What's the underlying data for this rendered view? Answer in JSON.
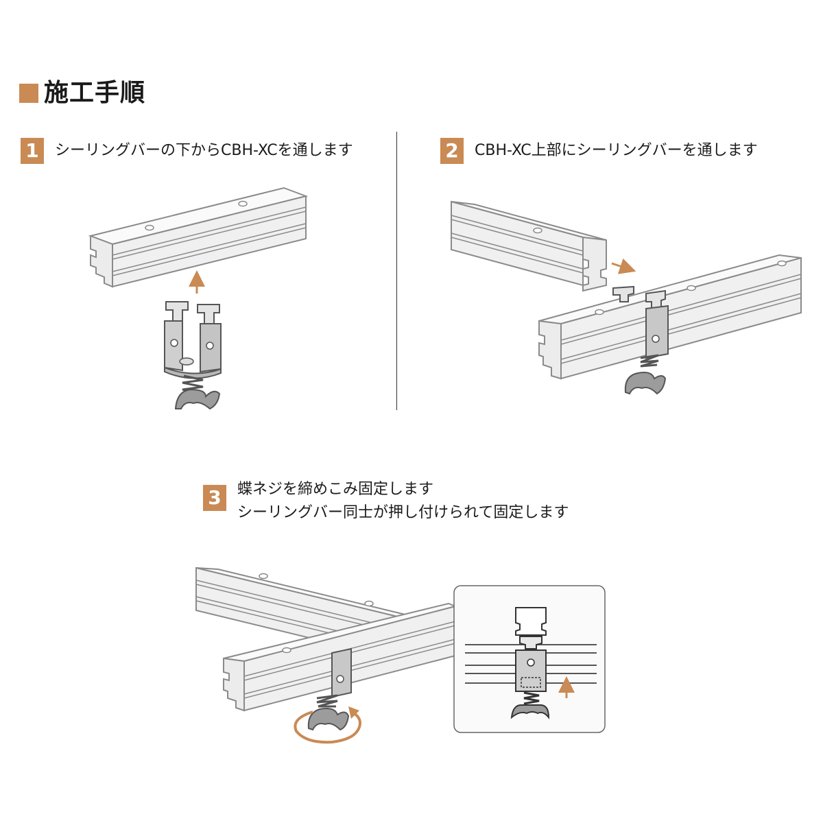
{
  "heading": {
    "title": "施工手順"
  },
  "steps": [
    {
      "number": "1",
      "text": "シーリングバーの下からCBH-XCを通します"
    },
    {
      "number": "2",
      "text": "CBH-XC上部にシーリングバーを通します"
    },
    {
      "number": "3",
      "lines": [
        "蝶ネジを締めこみ固定します",
        "シーリングバー同士が押し付けられて固定します"
      ]
    }
  ],
  "colors": {
    "accent": "#c98a54",
    "rail_fill": "#f1f1f1",
    "rail_stroke": "#888888",
    "bracket_fill": "#c8c8c8",
    "wingnut_fill": "#9a9a9a"
  },
  "icons": [
    "arrow-up-icon",
    "arrow-right-icon",
    "rotate-arrow-icon"
  ]
}
